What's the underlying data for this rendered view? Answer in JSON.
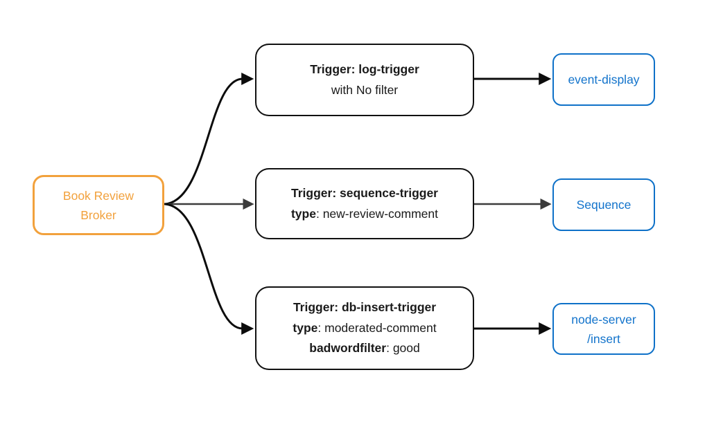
{
  "colors": {
    "broker_orange": "#F2A13C",
    "sink_blue": "#0E71C8",
    "trigger_border": "#111111",
    "edge_black": "#0c0c0c",
    "edge_gray": "#3b3b3b"
  },
  "broker": {
    "line1": "Book Review",
    "line2": "Broker"
  },
  "triggers": [
    {
      "title": "Trigger: log-trigger",
      "line2_bold": "",
      "line2_rest": "with No filter"
    },
    {
      "title": "Trigger: sequence-trigger",
      "line2_bold": "type",
      "line2_rest": ": new-review-comment"
    },
    {
      "title": "Trigger: db-insert-trigger",
      "line2_bold": "type",
      "line2_rest": ": moderated-comment",
      "line3_bold": "badwordfilter",
      "line3_rest": ": good"
    }
  ],
  "sinks": [
    {
      "line1": "event-display"
    },
    {
      "line1": "Sequence"
    },
    {
      "line1": "node-server",
      "line2": "/insert"
    }
  ]
}
